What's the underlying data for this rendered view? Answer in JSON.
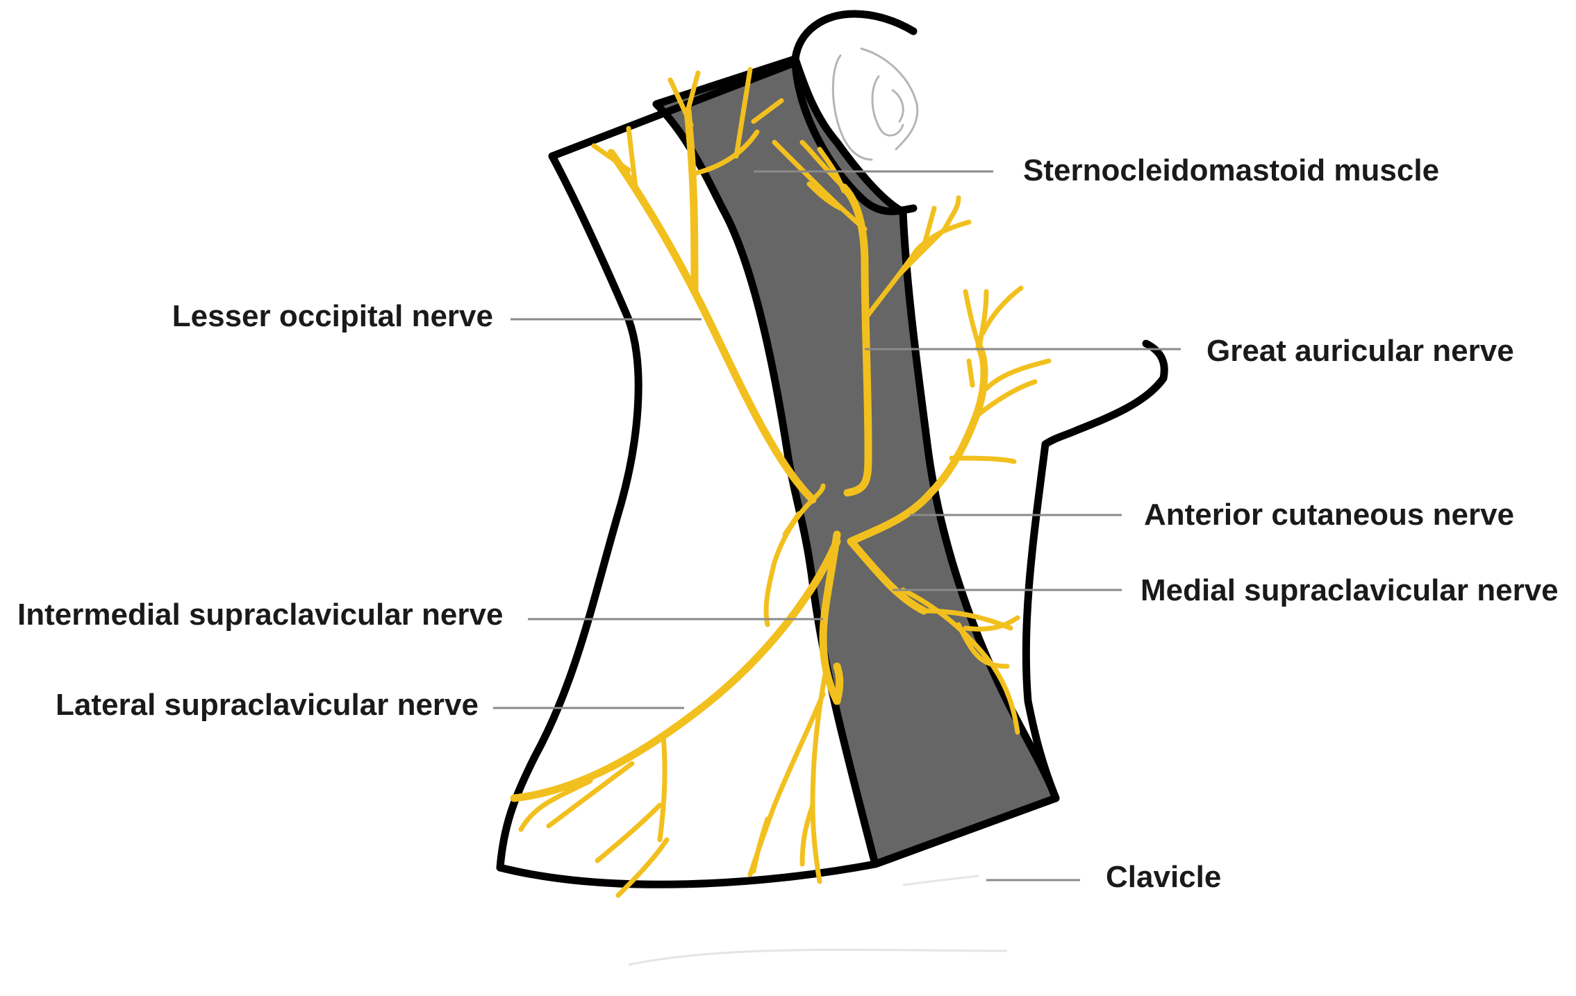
{
  "diagram": {
    "colors": {
      "nerve": "#f2c01e",
      "muscle": "#666666",
      "outline": "#000000",
      "leader": "#8a8a8a",
      "label": "#1a1a1a"
    },
    "labels": {
      "sternocleidomastoid": "Sternocleidomastoid muscle",
      "lesser_occipital": "Lesser occipital nerve",
      "great_auricular": "Great auricular nerve",
      "anterior_cutaneous": "Anterior cutaneous nerve",
      "medial_supraclavicular": "Medial supraclavicular nerve",
      "intermedial_supraclavicular": "Intermedial supraclavicular nerve",
      "lateral_supraclavicular": "Lateral supraclavicular nerve",
      "clavicle": "Clavicle"
    }
  }
}
